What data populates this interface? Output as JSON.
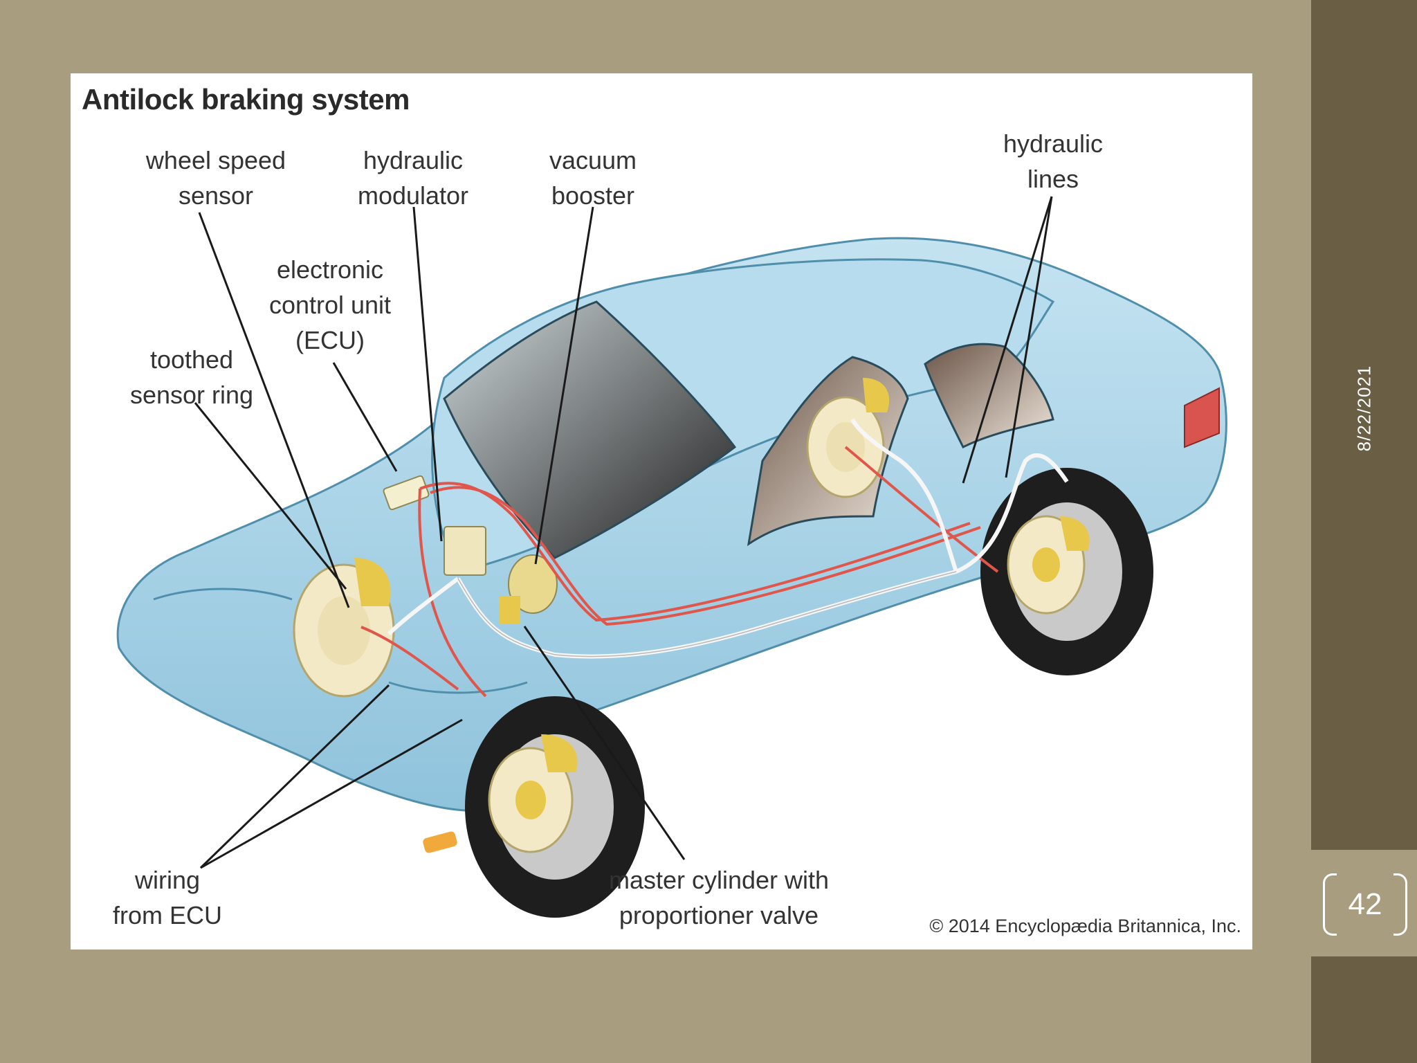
{
  "slide": {
    "date": "8/22/2021",
    "page_number": "42"
  },
  "figure": {
    "title": "Antilock braking system",
    "credit": "© 2014 Encyclopædia Britannica, Inc.",
    "labels": {
      "wheel_speed_sensor": "wheel speed\nsensor",
      "hydraulic_modulator": "hydraulic\nmodulator",
      "vacuum_booster": "vacuum\nbooster",
      "hydraulic_lines": "hydraulic\nlines",
      "ecu": "electronic\ncontrol unit\n(ECU)",
      "toothed_sensor_ring": "toothed\nsensor ring",
      "wiring_from_ecu": "wiring\nfrom ECU",
      "master_cylinder": "master cylinder with\nproportioner valve"
    }
  },
  "colors": {
    "background": "#a89e7f",
    "side_strip": "#6a5e45",
    "car_body": "#a9d4e8",
    "wiring": "#e0564b",
    "brake_caliper": "#e8c84a"
  }
}
